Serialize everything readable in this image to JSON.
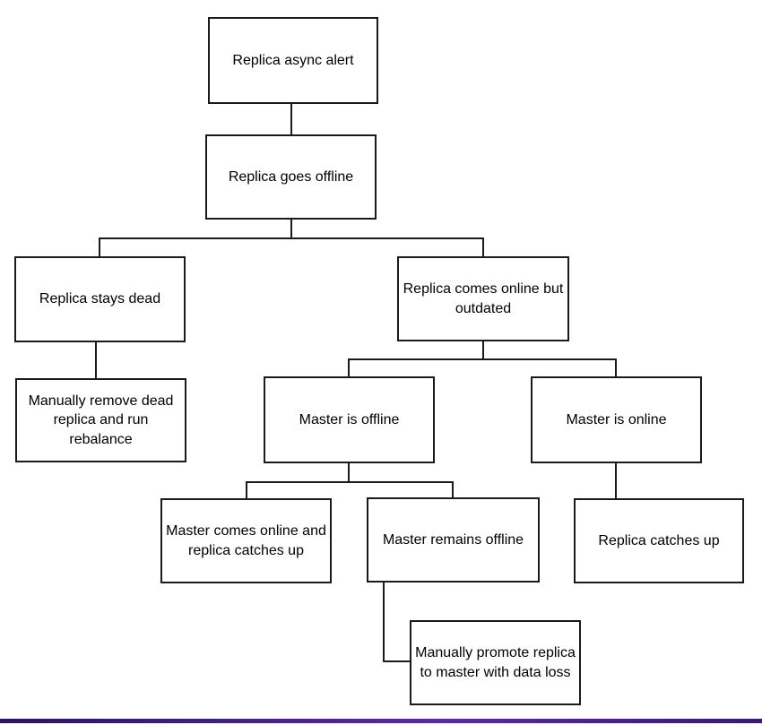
{
  "diagram": {
    "type": "flowchart",
    "root": "Replica async alert"
  },
  "nodes": {
    "replica_async_alert": "Replica async alert",
    "replica_goes_offline": "Replica goes offline",
    "replica_stays_dead": "Replica stays dead",
    "replica_comes_online_outdated": "Replica comes online but outdated",
    "manually_remove_dead": "Manually remove dead replica and run rebalance",
    "master_is_offline": "Master is offline",
    "master_is_online": "Master is online",
    "master_comes_online": "Master comes online and replica catches up",
    "master_remains_offline": "Master remains offline",
    "replica_catches_up": "Replica catches up",
    "manually_promote": "Manually promote replica to master with data loss"
  },
  "edges": [
    {
      "from": "replica_async_alert",
      "to": "replica_goes_offline"
    },
    {
      "from": "replica_goes_offline",
      "to": "replica_stays_dead"
    },
    {
      "from": "replica_goes_offline",
      "to": "replica_comes_online_outdated"
    },
    {
      "from": "replica_stays_dead",
      "to": "manually_remove_dead"
    },
    {
      "from": "replica_comes_online_outdated",
      "to": "master_is_offline"
    },
    {
      "from": "replica_comes_online_outdated",
      "to": "master_is_online"
    },
    {
      "from": "master_is_offline",
      "to": "master_comes_online"
    },
    {
      "from": "master_is_offline",
      "to": "master_remains_offline"
    },
    {
      "from": "master_is_online",
      "to": "replica_catches_up"
    },
    {
      "from": "master_remains_offline",
      "to": "manually_promote"
    }
  ],
  "colors": {
    "box_border": "#1a1a1a",
    "box_fill": "#ffffff",
    "text": "#000000",
    "connector": "#1a1a1a",
    "bottom_bar_purple": "#45207f"
  }
}
